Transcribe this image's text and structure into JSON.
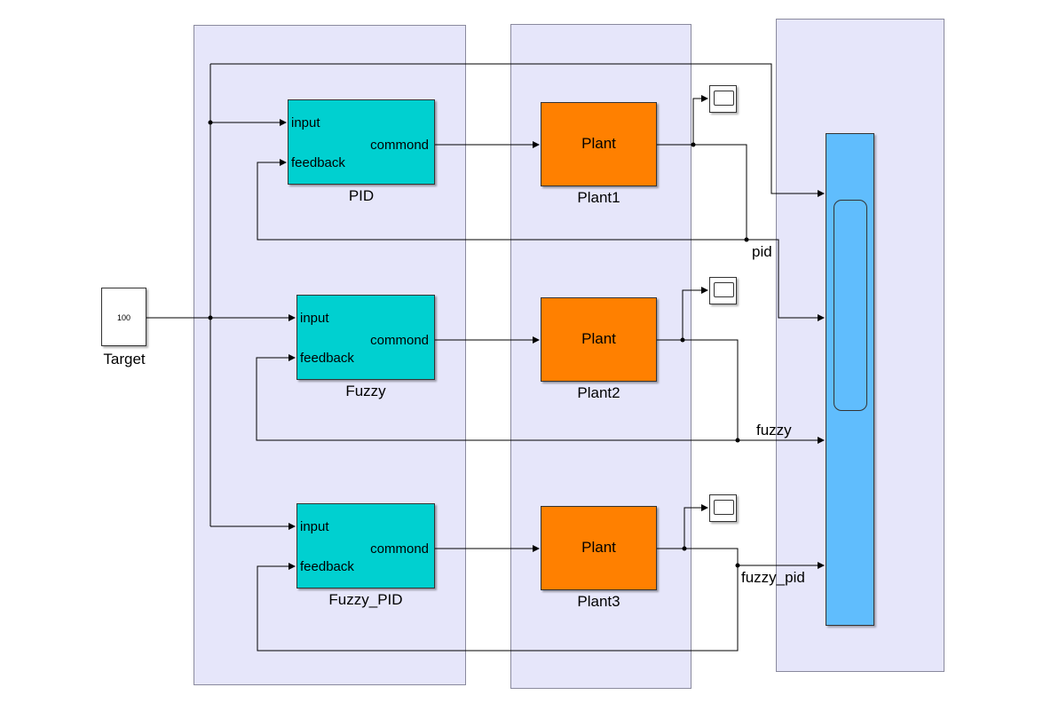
{
  "diagram": {
    "target": {
      "value": "100",
      "name": "Target"
    },
    "controllers": [
      {
        "name": "PID",
        "in1": "input",
        "in2": "feedback",
        "out": "commond"
      },
      {
        "name": "Fuzzy",
        "in1": "input",
        "in2": "feedback",
        "out": "commond"
      },
      {
        "name": "Fuzzy_PID",
        "in1": "input",
        "in2": "feedback",
        "out": "commond"
      }
    ],
    "plants": [
      {
        "name": "Plant1",
        "label": "Plant"
      },
      {
        "name": "Plant2",
        "label": "Plant"
      },
      {
        "name": "Plant3",
        "label": "Plant"
      }
    ],
    "signals": {
      "pid": "pid",
      "fuzzy": "fuzzy",
      "fuzzy_pid": "fuzzy_pid"
    },
    "colors": {
      "area": "#e6e6fa",
      "controller": "#00d0d0",
      "plant": "#ff8000",
      "mux": "#60bdfd",
      "wire": "#000000"
    }
  }
}
